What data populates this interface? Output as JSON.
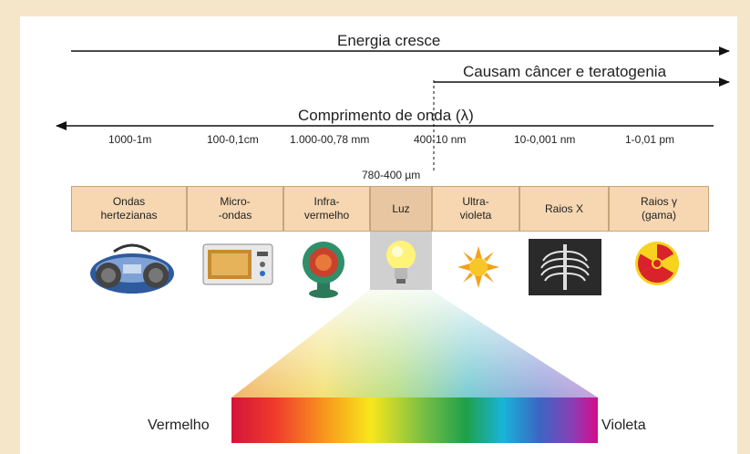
{
  "arrows": {
    "energy": "Energia cresce",
    "cancer": "Causam câncer e teratogenia",
    "wavelength": "Comprimento de onda (λ)"
  },
  "light_range": "780-400 µm",
  "ranges": [
    "1000-1m",
    "100-0,1cm",
    "1.000-00,78 mm",
    "400-10 nm",
    "10-0,001 nm",
    "1-0,01 pm"
  ],
  "bands": [
    {
      "line1": "Ondas",
      "line2": "hertezianas",
      "icon": "radio-icon"
    },
    {
      "line1": "Micro-",
      "line2": "-ondas",
      "icon": "microwave-icon"
    },
    {
      "line1": "Infra-",
      "line2": "vermelho",
      "icon": "heater-icon"
    },
    {
      "line1": "Luz",
      "line2": "",
      "icon": "lightbulb-icon"
    },
    {
      "line1": "Ultra-",
      "line2": "violeta",
      "icon": "sun-icon"
    },
    {
      "line1": "Raios X",
      "line2": "",
      "icon": "xray-icon"
    },
    {
      "line1": "Raios γ",
      "line2": "(gama)",
      "icon": "radiation-icon"
    }
  ],
  "spectrum": {
    "left_label": "Vermelho",
    "right_label": "Violeta"
  },
  "colors": {
    "background": "#f6e6c9",
    "band": "#f6d7b2",
    "band_light": "#e7c6a1"
  }
}
